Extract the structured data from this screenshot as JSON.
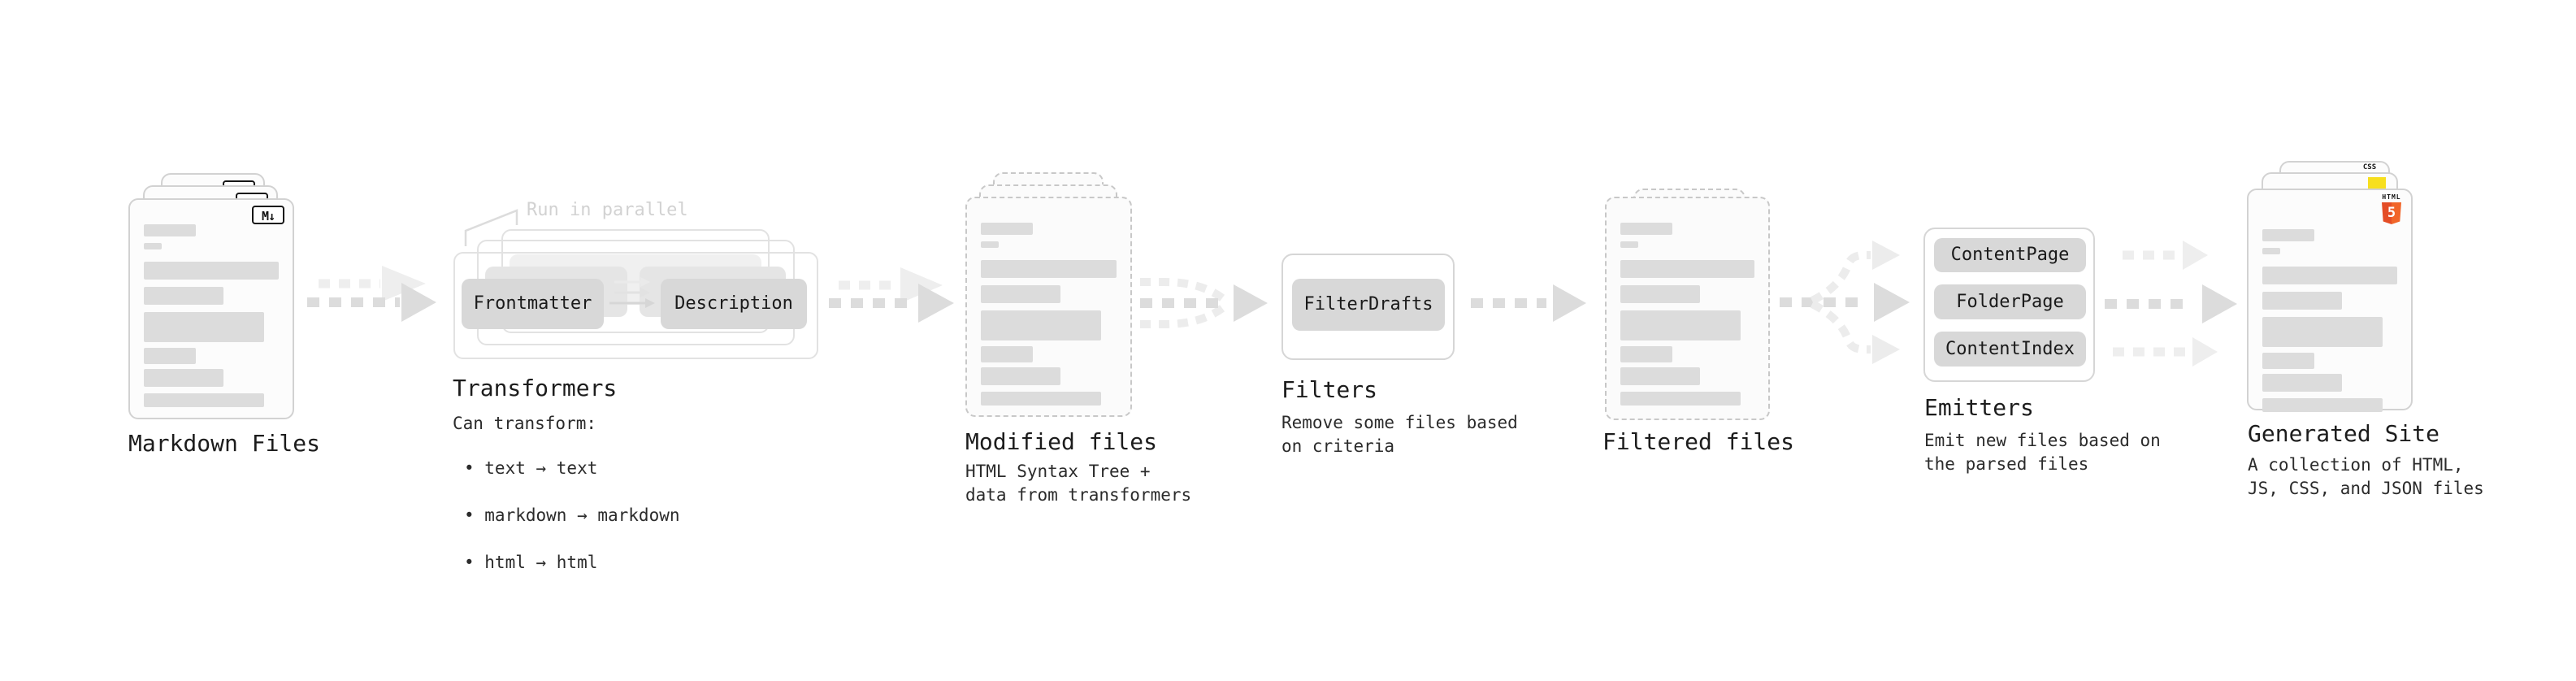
{
  "stages": {
    "markdown": {
      "label": "Markdown Files"
    },
    "transformers": {
      "label": "Transformers",
      "annotation": "Run in parallel",
      "pills": [
        "Frontmatter",
        "Description"
      ],
      "description": "Can transform:",
      "bullets": [
        "• text → text",
        "• markdown → markdown",
        "• html → html"
      ]
    },
    "modified": {
      "label": "Modified files",
      "description": "HTML Syntax Tree +\ndata from transformers"
    },
    "filters": {
      "label": "Filters",
      "pill": "FilterDrafts",
      "description": "Remove some files based\non criteria"
    },
    "filtered": {
      "label": "Filtered files"
    },
    "emitters": {
      "label": "Emitters",
      "pills": [
        "ContentPage",
        "FolderPage",
        "ContentIndex"
      ],
      "description": "Emit new files based on\nthe parsed files"
    },
    "generated": {
      "label": "Generated Site",
      "description": "A collection of HTML,\nJS, CSS, and JSON files"
    }
  },
  "icons": {
    "markdown_badge": "M↓",
    "css_label": "CSS",
    "html5_caption": "HTML",
    "html5_numeral": "5"
  },
  "colors": {
    "js_yellow": "#f7df1e",
    "css_blue": "#2962ff",
    "html5_orange": "#e44d26",
    "html5_orange_light": "#f16529"
  }
}
